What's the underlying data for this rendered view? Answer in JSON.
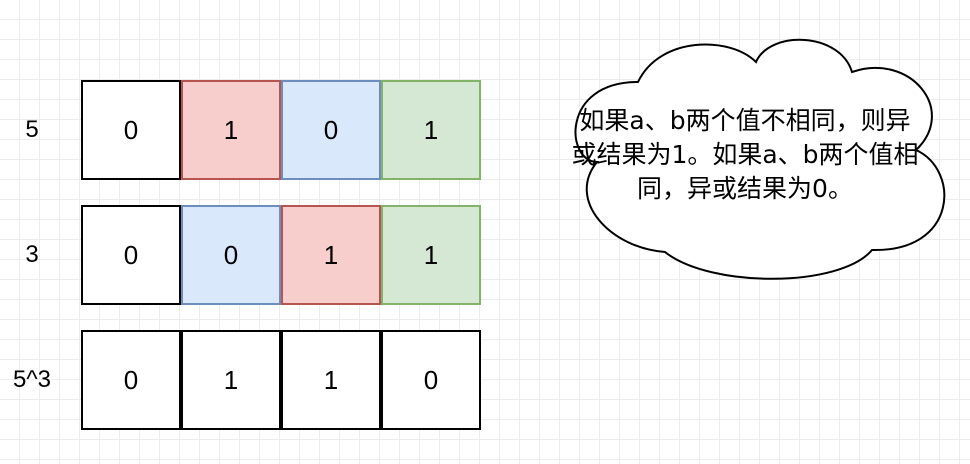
{
  "rows": [
    {
      "label": "5",
      "bits": [
        {
          "value": "0",
          "color": "#ffffff",
          "border": "#000000"
        },
        {
          "value": "1",
          "color": "#f8cecc",
          "border": "#b85450"
        },
        {
          "value": "0",
          "color": "#dae8fc",
          "border": "#6c8ebf"
        },
        {
          "value": "1",
          "color": "#d5e8d4",
          "border": "#82b366"
        }
      ]
    },
    {
      "label": "3",
      "bits": [
        {
          "value": "0",
          "color": "#ffffff",
          "border": "#000000"
        },
        {
          "value": "0",
          "color": "#dae8fc",
          "border": "#6c8ebf"
        },
        {
          "value": "1",
          "color": "#f8cecc",
          "border": "#b85450"
        },
        {
          "value": "1",
          "color": "#d5e8d4",
          "border": "#82b366"
        }
      ]
    },
    {
      "label": "5^3",
      "bits": [
        {
          "value": "0",
          "color": "#ffffff",
          "border": "#000000"
        },
        {
          "value": "1",
          "color": "#ffffff",
          "border": "#000000"
        },
        {
          "value": "1",
          "color": "#ffffff",
          "border": "#000000"
        },
        {
          "value": "0",
          "color": "#ffffff",
          "border": "#000000"
        }
      ]
    }
  ],
  "cloud": {
    "lines": [
      "如果a、b两个值不相同，则异",
      "或结果为1。如果a、b两个值相",
      "同，异或结果为0。"
    ]
  },
  "colors": {
    "grid": "#ececec",
    "red_fill": "#f8cecc",
    "blue_fill": "#dae8fc",
    "green_fill": "#d5e8d4"
  }
}
